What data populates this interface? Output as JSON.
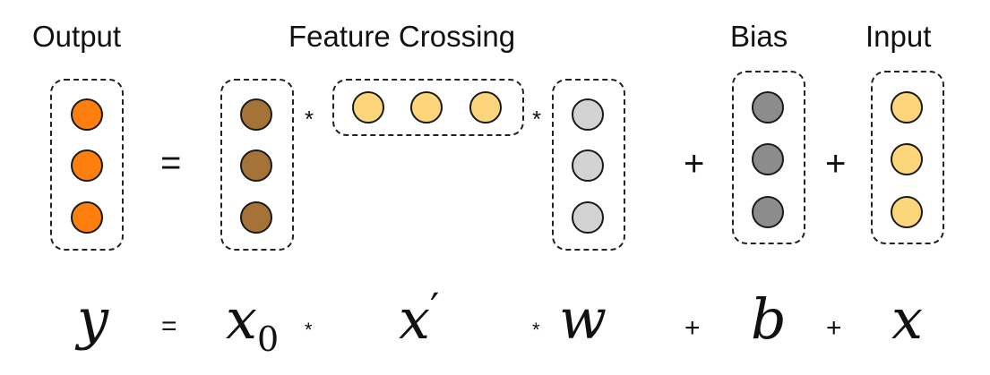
{
  "labels": {
    "output": "Output",
    "feature_crossing": "Feature Crossing",
    "bias": "Bias",
    "input": "Input"
  },
  "operators": {
    "equals": "=",
    "times": "*",
    "plus": "+"
  },
  "equation": {
    "y": "y",
    "x0_base": "x",
    "x0_sub": "0",
    "xprime_base": "x",
    "xprime_mark": "′",
    "w": "w",
    "b": "b",
    "x": "x"
  },
  "colors": {
    "output_node": "#ff7f0e",
    "x0_node": "#a57238",
    "xprime_node": "#fdd67c",
    "w_node": "#d3d3d3",
    "bias_node": "#8c8c8c",
    "input_node": "#fdd67c",
    "outline": "#1a1a1a"
  }
}
